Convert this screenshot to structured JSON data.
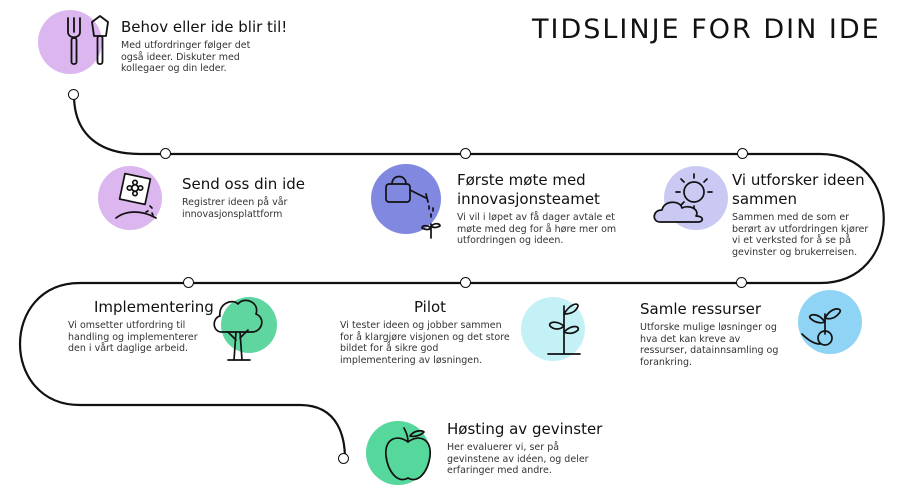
{
  "title": "TIDSLINJE FOR DIN IDE",
  "colors": {
    "purple": "#d9b3ec",
    "blue": "#7f86e0",
    "lavender": "#c8c8f2",
    "sky": "#8fd3f5",
    "cyan": "#bff0f5",
    "green": "#5fd6a0",
    "mint": "#56d79b",
    "line": "#111111"
  },
  "stages": [
    {
      "title": "Behov eller ide blir til!",
      "text": "Med utfordringer følger det også ideer. Diskuter med kollegaer og din leder.",
      "icon": "garden-tools-icon"
    },
    {
      "title": "Send oss din ide",
      "text": "Registrer ideen på vår innovasjonsplattform",
      "icon": "seed-packet-icon"
    },
    {
      "title": "Første møte med innovasjonsteamet",
      "text": "Vi vil i løpet av få dager avtale et møte med deg for å høre mer om utfordringen og ideen.",
      "icon": "watering-can-icon"
    },
    {
      "title": "Vi utforsker ideen sammen",
      "text": "Sammen med de som er berørt av utfordringen kjører vi et verksted for å se på gevinster og brukerreisen.",
      "icon": "sun-cloud-icon"
    },
    {
      "title": "Samle ressurser",
      "text": "Utforske mulige løsninger og hva det kan kreve av ressurser, datainnsamling og forankring.",
      "icon": "seedling-hand-icon"
    },
    {
      "title": "Pilot",
      "text": "Vi tester ideen og jobber sammen for å klargjøre visjonen og det store bildet for å sikre god implementering av løsningen.",
      "icon": "sprout-icon"
    },
    {
      "title": "Implementering",
      "text": "Vi omsetter utfordring til handling og implementerer den i vårt daglige arbeid.",
      "icon": "tree-icon"
    },
    {
      "title": "Høsting av gevinster",
      "text": "Her evaluerer vi, ser på gevinstene av idéen, og deler erfaringer med andre.",
      "icon": "apple-icon"
    }
  ]
}
